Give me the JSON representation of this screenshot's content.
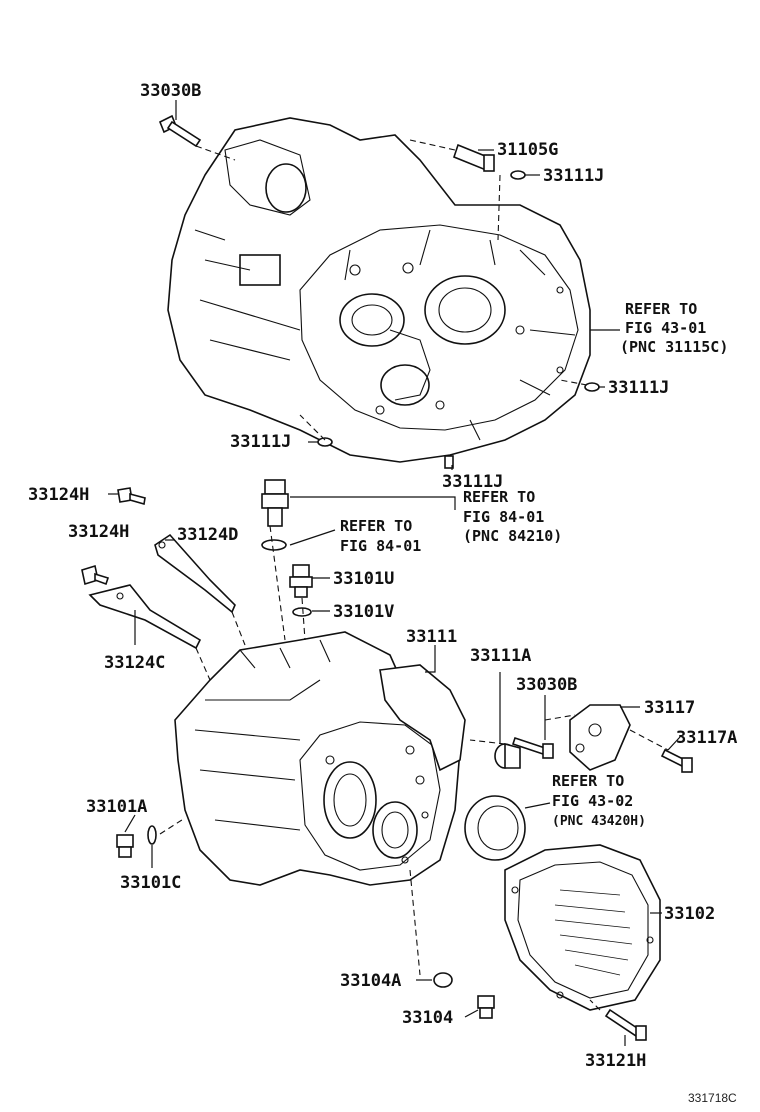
{
  "labels": {
    "p33030B_top": "33030B",
    "p31105G": "31105G",
    "p33111J_a": "33111J",
    "p33111J_b": "33111J",
    "p33111J_c": "33111J",
    "p33111J_d": "33111J",
    "p33124H_a": "33124H",
    "p33124H_b": "33124H",
    "p33124D": "33124D",
    "p33124C": "33124C",
    "p33101U": "33101U",
    "p33101V": "33101V",
    "p33111": "33111",
    "p33111A": "33111A",
    "p33030B_mid": "33030B",
    "p33117": "33117",
    "p33117A": "33117A",
    "p33101A": "33101A",
    "p33101C": "33101C",
    "p33102": "33102",
    "p33104A": "33104A",
    "p33104": "33104",
    "p33121H": "33121H"
  },
  "refs": {
    "fig4301": [
      "REFER TO",
      "FIG 43-01",
      "(PNC 31115C)"
    ],
    "fig8401_right": [
      "REFER TO",
      "FIG 84-01",
      "(PNC 84210)"
    ],
    "fig8401_left": [
      "REFER TO",
      "FIG 84-01"
    ],
    "fig4302": [
      "REFER TO",
      "FIG 43-02",
      "(PNC 43420H)"
    ]
  },
  "illustration_id": "331718C"
}
